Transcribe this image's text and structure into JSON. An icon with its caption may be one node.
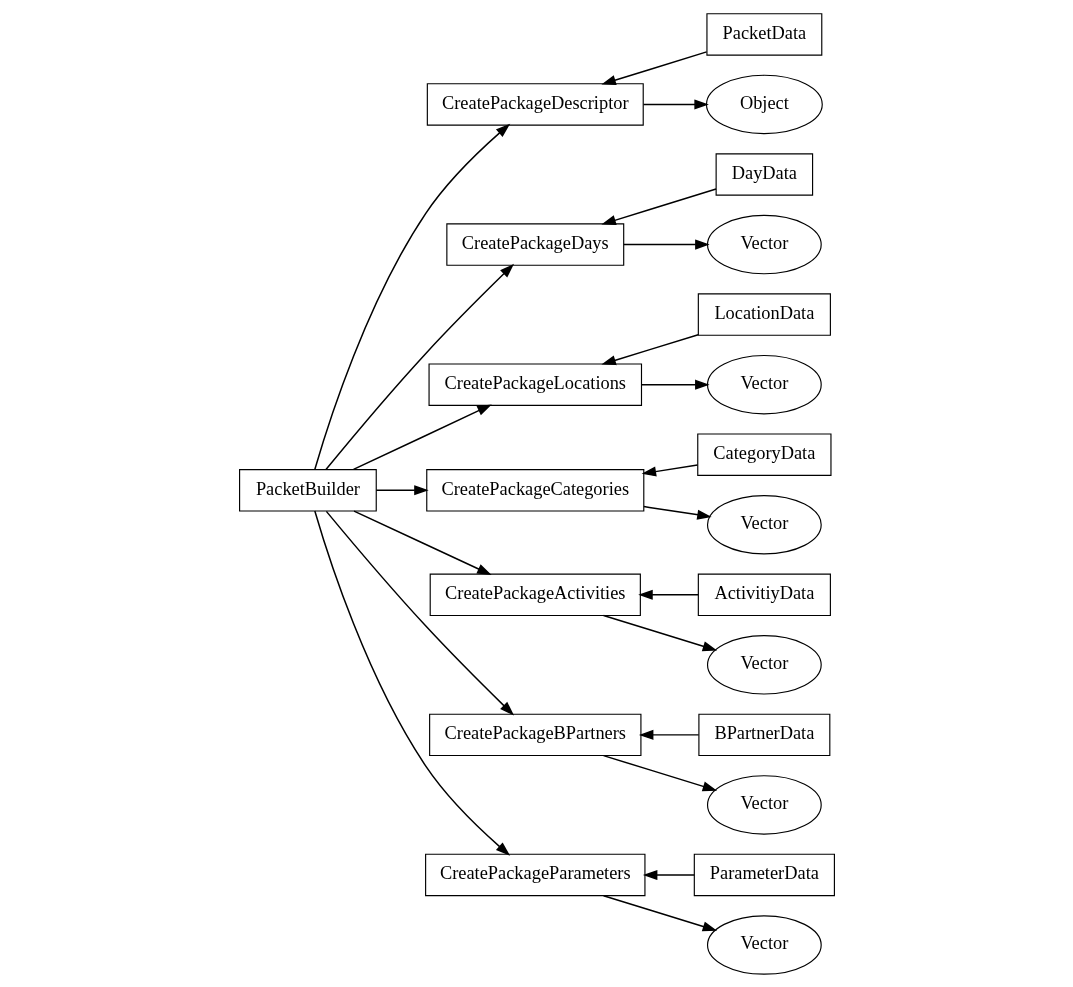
{
  "diagram": {
    "nodes": [
      {
        "text": [
          "PacketBuilder"
        ]
      },
      {
        "text": [
          "CreatePackageDescriptor"
        ]
      },
      {
        "text": [
          "PacketData"
        ]
      },
      {
        "text": [
          "Object"
        ]
      },
      {
        "text": [
          "CreatePackageDays"
        ]
      },
      {
        "text": [
          "DayData"
        ]
      },
      {
        "text": [
          "Vector"
        ]
      },
      {
        "text": [
          "CreatePackageLocations"
        ]
      },
      {
        "text": [
          "LocationData"
        ]
      },
      {
        "text": [
          "Vector"
        ]
      },
      {
        "text": [
          "CreatePackageCategories"
        ]
      },
      {
        "text": [
          "CategoryData"
        ]
      },
      {
        "text": [
          "Vector"
        ]
      },
      {
        "text": [
          "CreatePackageActivities"
        ]
      },
      {
        "text": [
          "ActivitiyData"
        ]
      },
      {
        "text": [
          "Vector"
        ]
      },
      {
        "text": [
          "CreatePackageBPartners"
        ]
      },
      {
        "text": [
          "BPartnerData"
        ]
      },
      {
        "text": [
          "Vector"
        ]
      },
      {
        "text": [
          "CreatePackageParameters"
        ]
      },
      {
        "text": [
          "ParameterData"
        ]
      },
      {
        "text": [
          "Vector"
        ]
      }
    ],
    "edges": [
      {
        "from": 0,
        "to": 1,
        "arrow": "to"
      },
      {
        "from": 2,
        "to": 1,
        "arrow": "to"
      },
      {
        "from": 1,
        "to": 3,
        "arrow": "to"
      },
      {
        "from": 0,
        "to": 4,
        "arrow": "to"
      },
      {
        "from": 5,
        "to": 4,
        "arrow": "to"
      },
      {
        "from": 4,
        "to": 6,
        "arrow": "to"
      },
      {
        "from": 0,
        "to": 7,
        "arrow": "to"
      },
      {
        "from": 8,
        "to": 7,
        "arrow": "to"
      },
      {
        "from": 7,
        "to": 9,
        "arrow": "to"
      },
      {
        "from": 0,
        "to": 10,
        "arrow": "to"
      },
      {
        "from": 11,
        "to": 10,
        "arrow": "to"
      },
      {
        "from": 10,
        "to": 12,
        "arrow": "to"
      },
      {
        "from": 0,
        "to": 13,
        "arrow": "to"
      },
      {
        "from": 14,
        "to": 13,
        "arrow": "to"
      },
      {
        "from": 13,
        "to": 15,
        "arrow": "to"
      },
      {
        "from": 0,
        "to": 16,
        "arrow": "to"
      },
      {
        "from": 17,
        "to": 16,
        "arrow": "to"
      },
      {
        "from": 16,
        "to": 18,
        "arrow": "to"
      },
      {
        "from": 0,
        "to": 19,
        "arrow": "to"
      },
      {
        "from": 20,
        "to": 19,
        "arrow": "to"
      },
      {
        "from": 19,
        "to": 21,
        "arrow": "to"
      }
    ]
  }
}
